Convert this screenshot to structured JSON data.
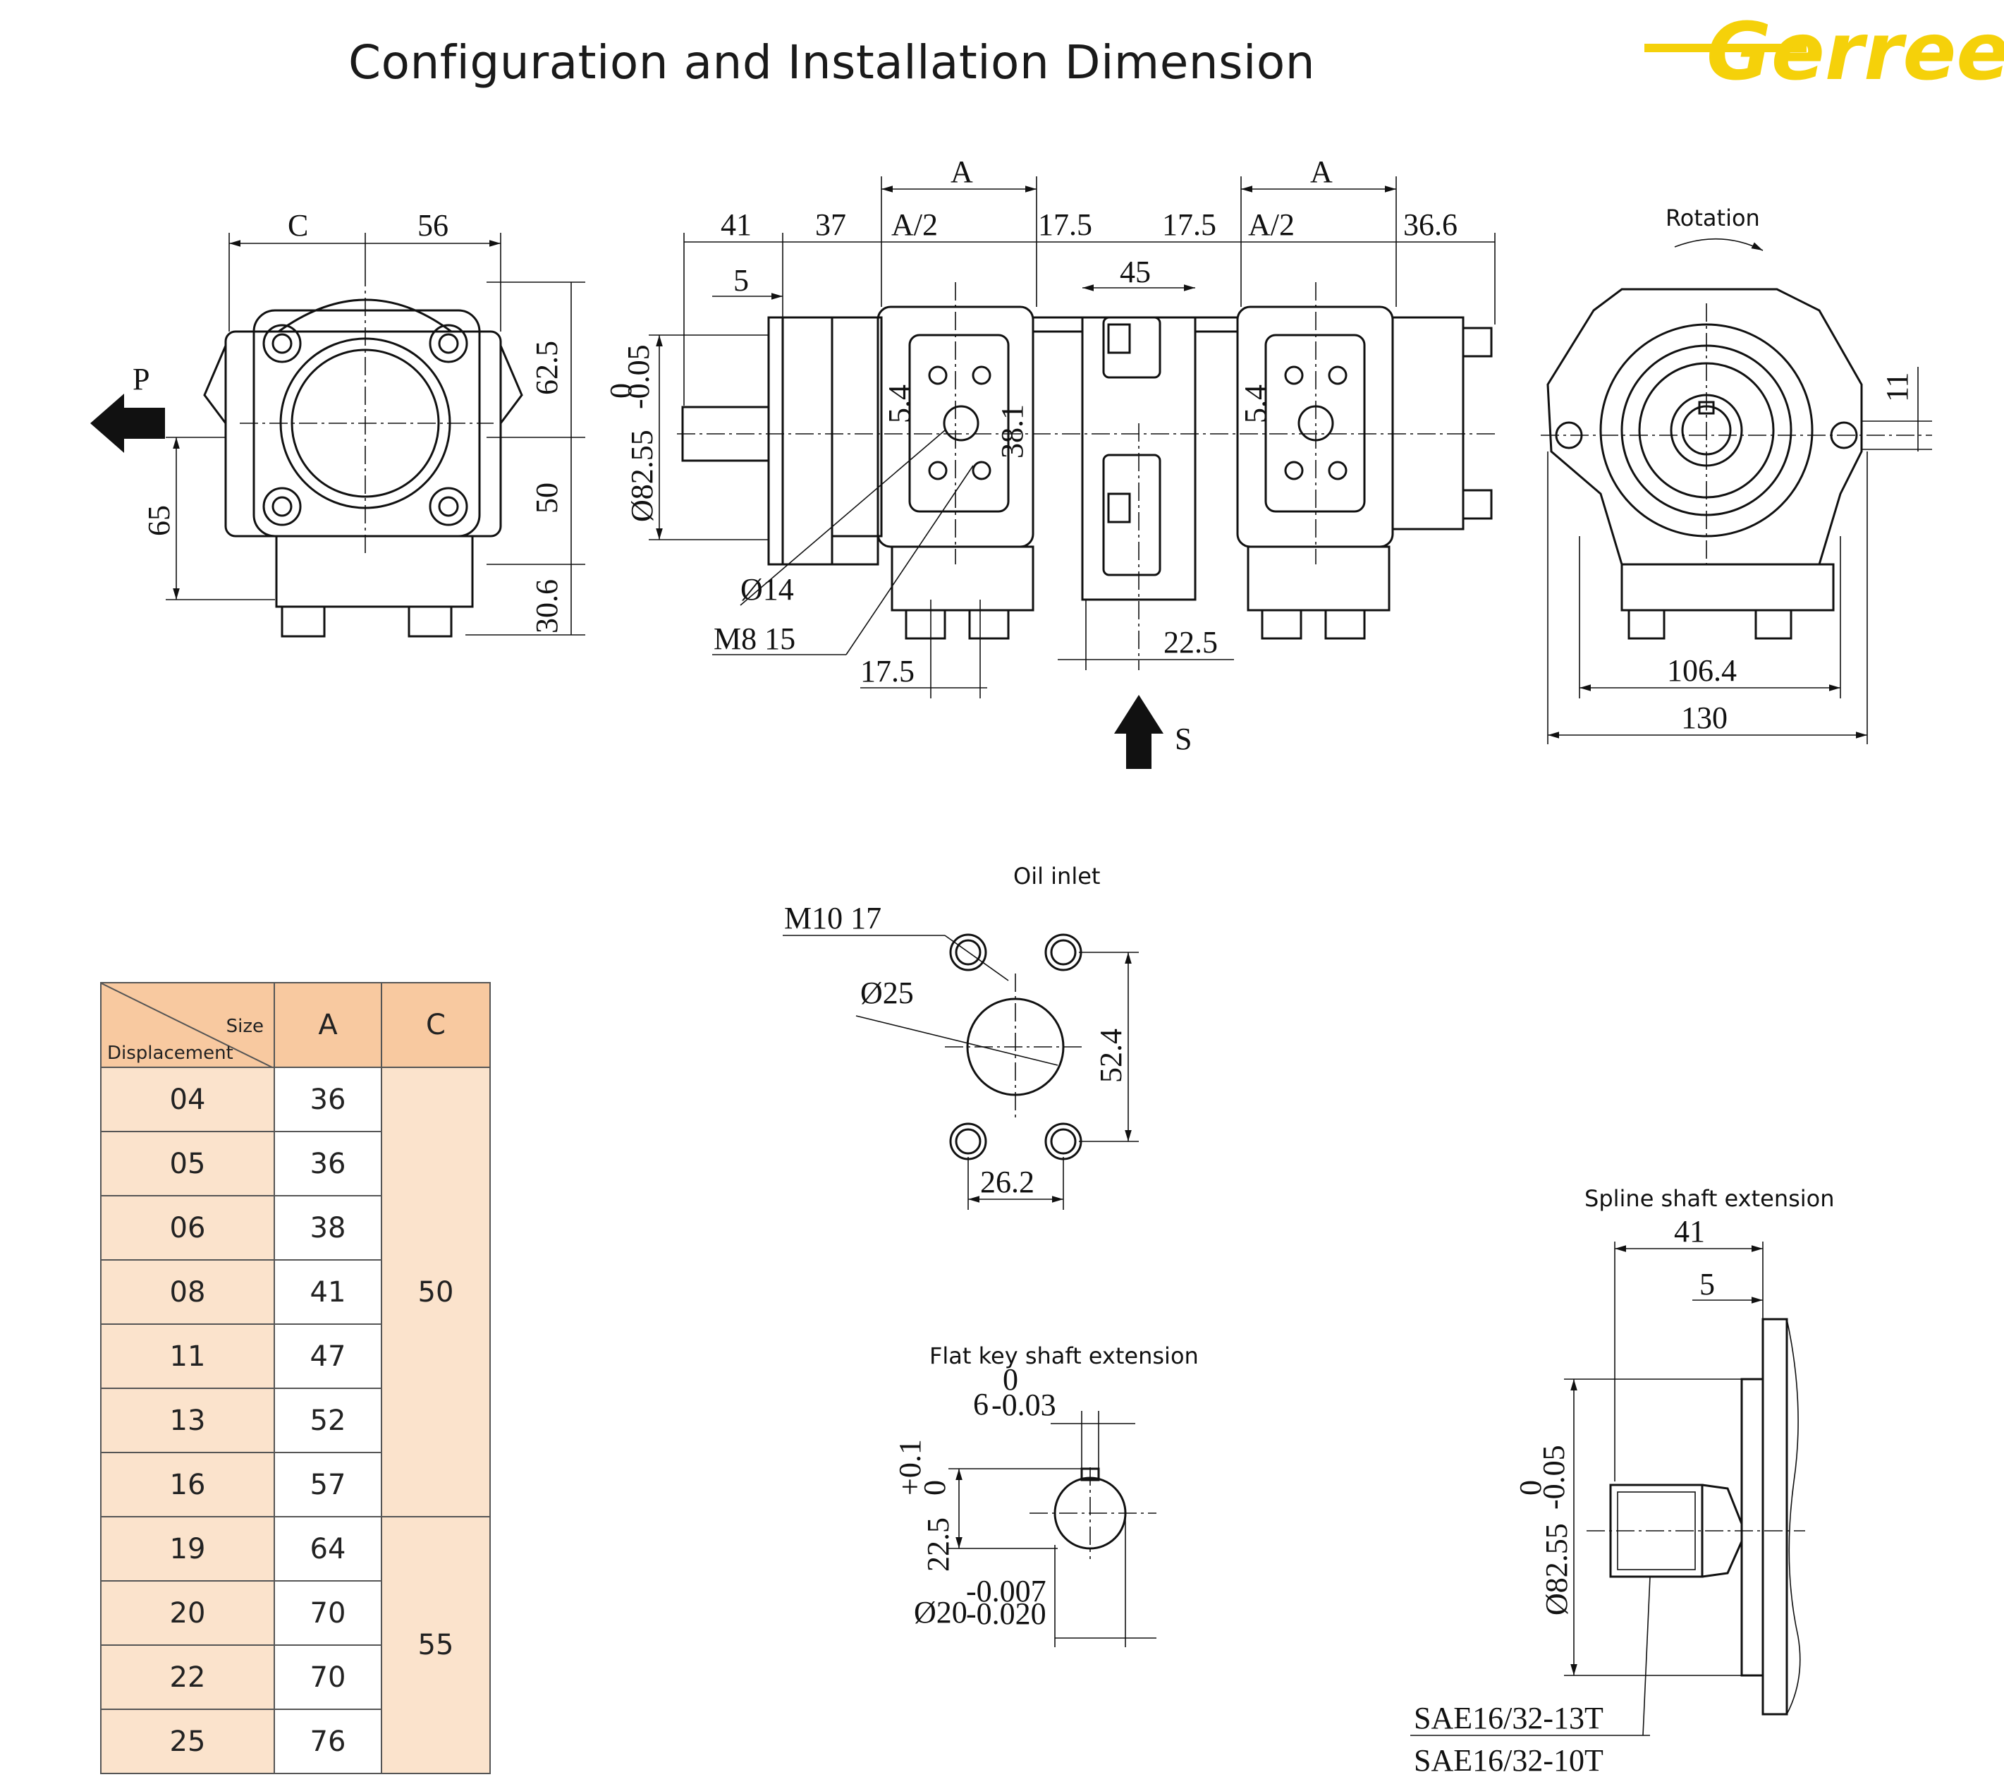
{
  "title": "Configuration and Installation Dimension",
  "brand": {
    "name": "Gerreen",
    "color": "#f5d10a"
  },
  "labels": {
    "port_p": "P",
    "port_s": "S",
    "rotation": "Rotation",
    "oil_inlet": "Oil inlet",
    "flat_key": "Flat key shaft extension",
    "spline": "Spline shaft extension"
  },
  "dims": {
    "front": [
      "C",
      "56",
      "62.5",
      "50",
      "30.6",
      "65"
    ],
    "side": [
      "A",
      "A",
      "41",
      "37",
      "A/2",
      "17.5",
      "17.5",
      "A/2",
      "36.6",
      "5",
      "45",
      "5.4",
      "38.1",
      "5.4",
      "Ø82.55",
      "0",
      "-0.05",
      "Ø14",
      "M8 15",
      "17.5",
      "22.5"
    ],
    "rear": [
      "11",
      "106.4",
      "130"
    ],
    "oil_inlet": [
      "M10 17",
      "Ø25",
      "52.4",
      "26.2"
    ],
    "flat_key": [
      "6",
      "0",
      "-0.03",
      "22.5",
      "+0.1",
      "0",
      "Ø20",
      "-0.007",
      "-0.020"
    ],
    "spline": [
      "41",
      "5",
      "Ø82.55",
      "0",
      "-0.05",
      "SAE16/32-13T",
      "SAE16/32-10T"
    ]
  },
  "table": {
    "header_size": "Size",
    "header_displacement": "Displacement",
    "col_a": "A",
    "col_c": "C",
    "rows": [
      {
        "disp": "04",
        "a": "36"
      },
      {
        "disp": "05",
        "a": "36"
      },
      {
        "disp": "06",
        "a": "38"
      },
      {
        "disp": "08",
        "a": "41"
      },
      {
        "disp": "11",
        "a": "47"
      },
      {
        "disp": "13",
        "a": "52"
      },
      {
        "disp": "16",
        "a": "57"
      },
      {
        "disp": "19",
        "a": "64"
      },
      {
        "disp": "20",
        "a": "70"
      },
      {
        "disp": "22",
        "a": "70"
      },
      {
        "disp": "25",
        "a": "76"
      }
    ],
    "c_groups": [
      "50",
      "55"
    ]
  }
}
